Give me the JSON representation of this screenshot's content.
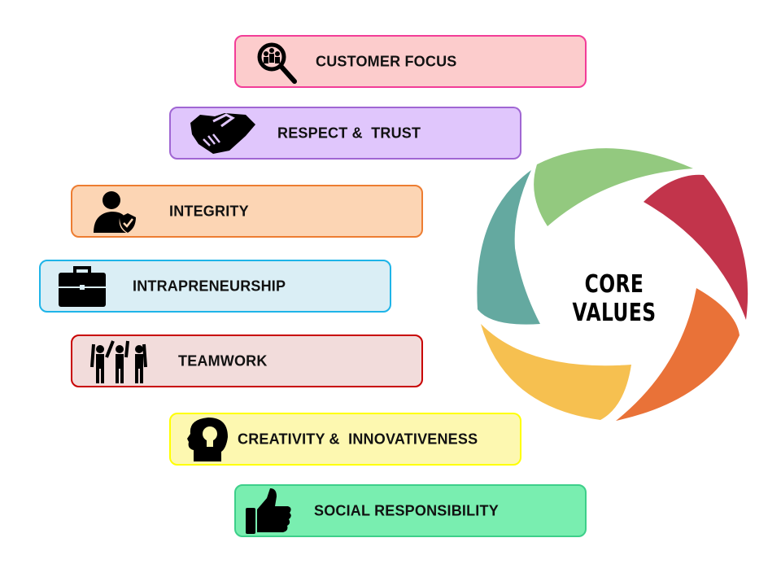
{
  "title": "CORE VALUES",
  "values": [
    {
      "label": "CUSTOMER FOCUS",
      "icon": "customer-search-icon",
      "bg": "#fccccc",
      "border": "#f23d98"
    },
    {
      "label": "RESPECT &  TRUST",
      "icon": "handshake-icon",
      "bg": "#e0c6fc",
      "border": "#a066d3"
    },
    {
      "label": "INTEGRITY",
      "icon": "person-shield-icon",
      "bg": "#fcd5b4",
      "border": "#ed7d31"
    },
    {
      "label": "INTRAPRENEURSHIP",
      "icon": "briefcase-icon",
      "bg": "#daeef5",
      "border": "#1eb4e8"
    },
    {
      "label": "TEAMWORK",
      "icon": "team-high-five-icon",
      "bg": "#f2dcdb",
      "border": "#c80000"
    },
    {
      "label": "CREATIVITY &  INNOVATIVENESS",
      "icon": "head-lightbulb-icon",
      "bg": "#fdf8b0",
      "border": "#ffff00"
    },
    {
      "label": "SOCIAL RESPONSIBILITY",
      "icon": "thumbs-up-icon",
      "bg": "#79eeb0",
      "border": "#3dcf8a"
    }
  ],
  "wheel_colors": [
    "#93c97f",
    "#c2344b",
    "#e97238",
    "#f6c050",
    "#64a9a0"
  ]
}
